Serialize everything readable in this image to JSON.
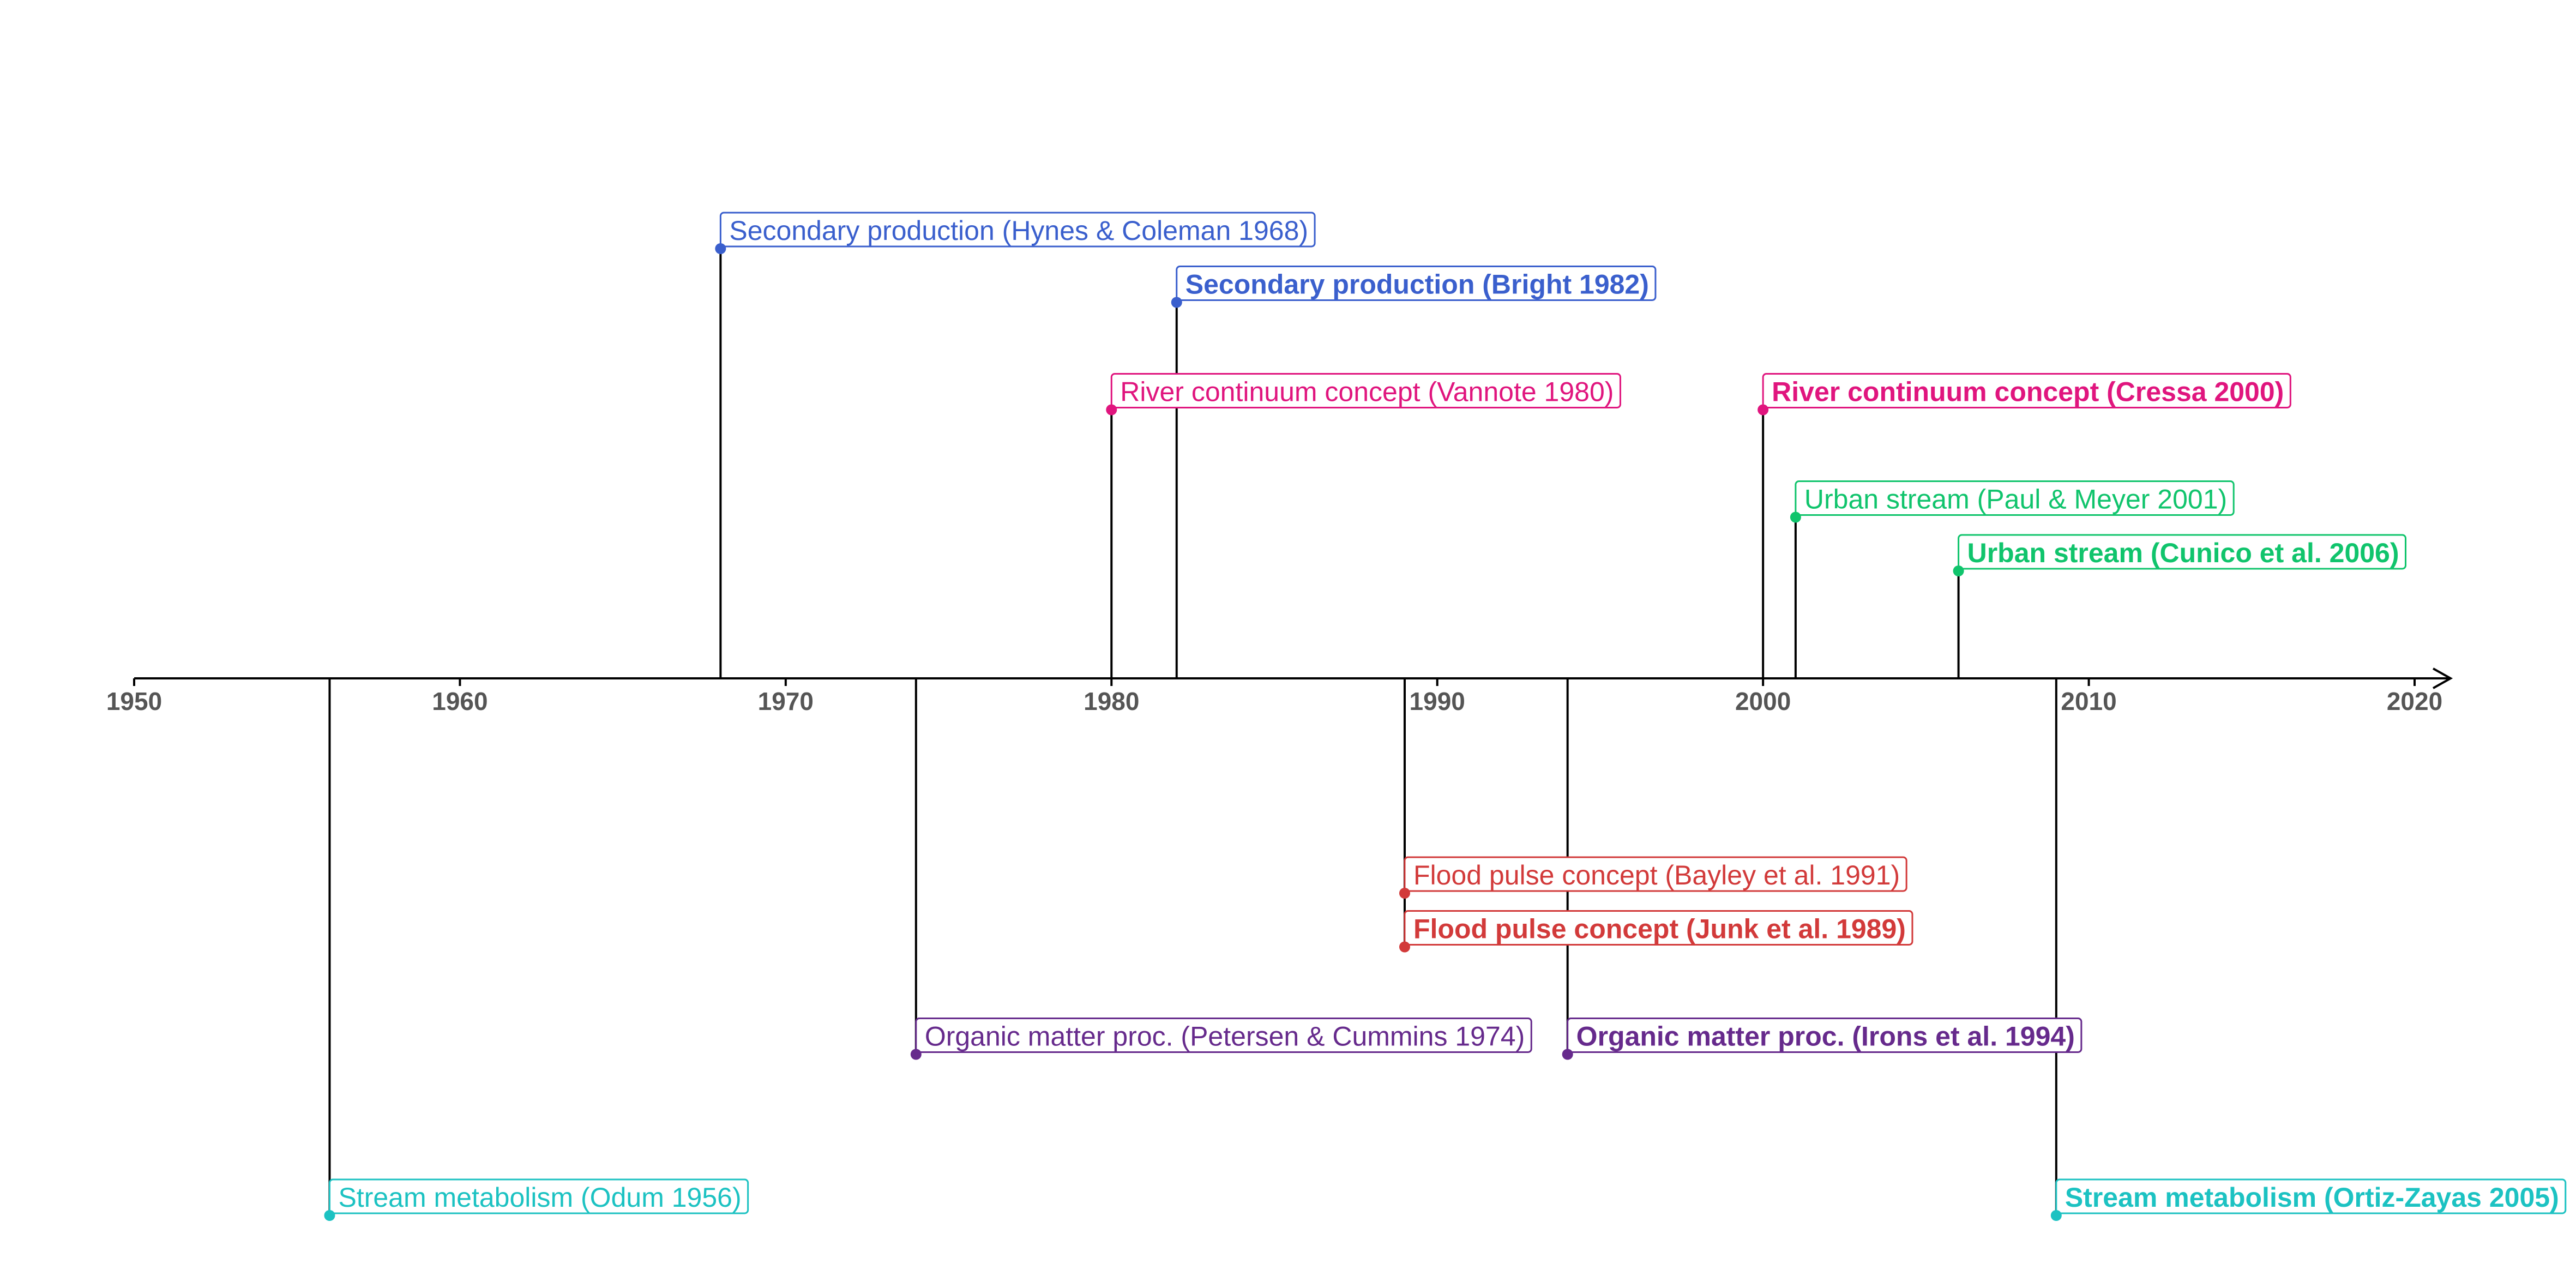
{
  "chart_data": {
    "type": "timeline",
    "title": "",
    "xlabel": "",
    "ylabel": "",
    "xlim": [
      1950,
      2020
    ],
    "ticks": [
      1950,
      1960,
      1970,
      1980,
      1990,
      2000,
      2010,
      2020
    ],
    "grid": false,
    "events": [
      {
        "label": "Secondary production (Hynes & Coleman 1968)",
        "year": 1968,
        "level": 4.0,
        "bold": false,
        "color": "#3a5fcd"
      },
      {
        "label": "Secondary production (Bright 1982)",
        "year": 1982,
        "level": 3.5,
        "bold": true,
        "color": "#3a5fcd"
      },
      {
        "label": "River continuum concept (Vannote 1980)",
        "year": 1980,
        "level": 2.5,
        "bold": false,
        "color": "#e0157e"
      },
      {
        "label": "River continuum concept (Cressa 2000)",
        "year": 2000,
        "level": 2.5,
        "bold": true,
        "color": "#e0157e"
      },
      {
        "label": "Urban stream (Paul & Meyer 2001)",
        "year": 2001,
        "level": 1.5,
        "bold": false,
        "color": "#10c46c"
      },
      {
        "label": "Urban stream (Cunico et al. 2006)",
        "year": 2006,
        "level": 1.0,
        "bold": true,
        "color": "#10c46c"
      },
      {
        "label": "Flood pulse concept (Bayley et al. 1991)",
        "year": 1989,
        "level": -2.0,
        "bold": false,
        "color": "#d23a3a"
      },
      {
        "label": "Flood pulse concept (Junk et al. 1989)",
        "year": 1989,
        "level": -2.5,
        "bold": true,
        "color": "#d23a3a"
      },
      {
        "label": "Organic matter proc. (Petersen & Cummins 1974)",
        "year": 1974,
        "level": -3.5,
        "bold": false,
        "color": "#662a8c"
      },
      {
        "label": "Organic matter proc. (Irons et al. 1994)",
        "year": 1994,
        "level": -3.5,
        "bold": true,
        "color": "#662a8c"
      },
      {
        "label": "Stream metabolism (Odum 1956)",
        "year": 1956,
        "level": -5.0,
        "bold": false,
        "color": "#1cc2c2"
      },
      {
        "label": "Stream metabolism (Ortiz-Zayas 2005)",
        "year": 2009,
        "level": -5.0,
        "bold": true,
        "color": "#1cc2c2"
      }
    ]
  }
}
